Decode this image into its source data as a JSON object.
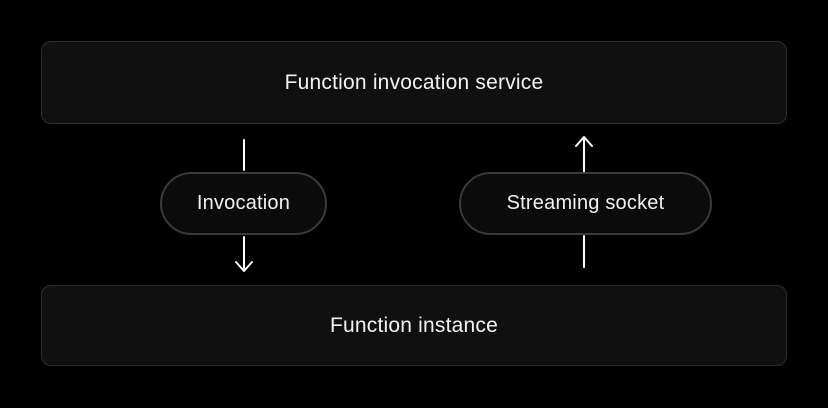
{
  "page": {
    "background": "#000000"
  },
  "diagram": {
    "nodes": {
      "service": {
        "label": "Function invocation service"
      },
      "instance": {
        "label": "Function instance"
      }
    },
    "edges": {
      "invocation": {
        "label": "Invocation",
        "direction": "down"
      },
      "streaming_socket": {
        "label": "Streaming socket",
        "direction": "up"
      }
    },
    "colors": {
      "background": "#000000",
      "node_bg": "#101010",
      "node_border": "#2e2e2e",
      "pill_bg": "#0b0b0b",
      "pill_border": "#3a3a3a",
      "text": "#f2f2f2",
      "arrow": "#ffffff"
    }
  }
}
